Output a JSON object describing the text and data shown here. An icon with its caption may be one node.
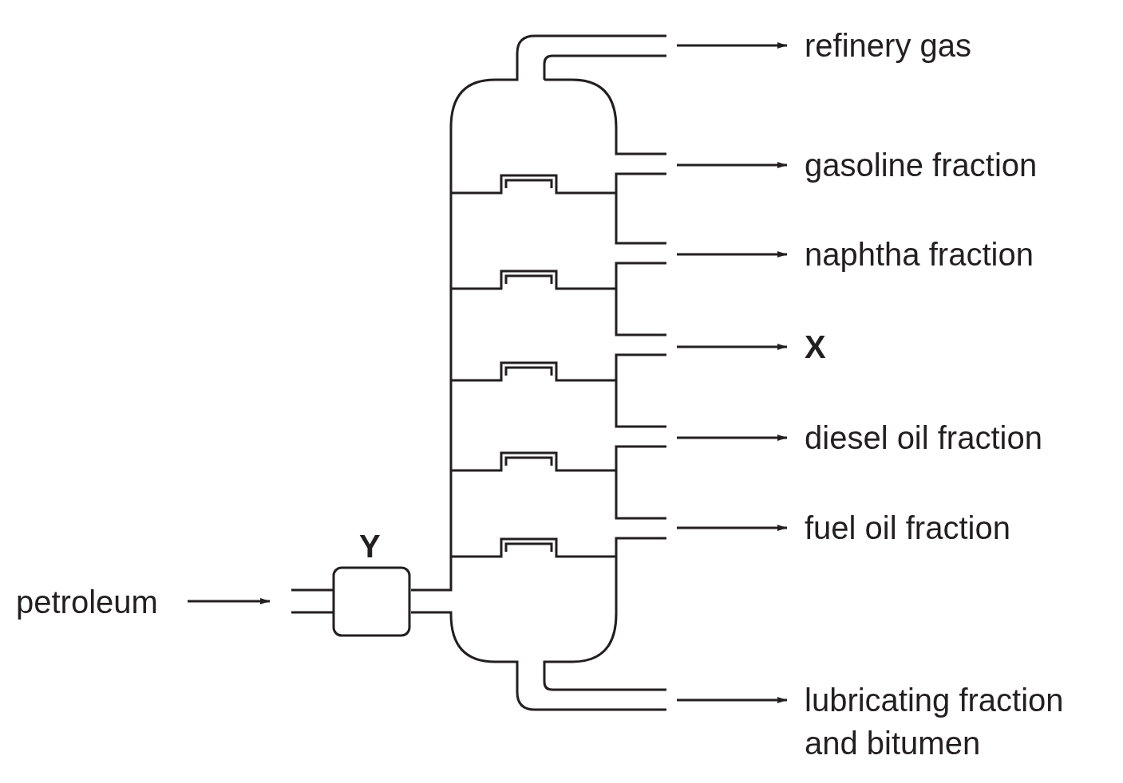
{
  "diagram": {
    "nodes": [
      {
        "text": [
          "petroleum"
        ]
      },
      {
        "text": [
          "Y"
        ]
      },
      {
        "text": [],
        "shape": "column"
      },
      {
        "text": [
          "refinery gas"
        ]
      },
      {
        "text": [
          "gasoline fraction"
        ]
      },
      {
        "text": [
          "naphtha fraction"
        ]
      },
      {
        "text": [
          "X"
        ]
      },
      {
        "text": [
          "diesel oil fraction"
        ]
      },
      {
        "text": [
          "fuel oil fraction"
        ]
      },
      {
        "text": [
          "lubricating fraction and bitumen"
        ]
      }
    ],
    "edges": [
      {
        "from": 0,
        "to": 1,
        "arrow": "to"
      },
      {
        "from": 1,
        "to": 2,
        "arrow": "none"
      },
      {
        "from": 2,
        "to": 3,
        "arrow": "to"
      },
      {
        "from": 2,
        "to": 4,
        "arrow": "to"
      },
      {
        "from": 2,
        "to": 5,
        "arrow": "to"
      },
      {
        "from": 2,
        "to": 6,
        "arrow": "to"
      },
      {
        "from": 2,
        "to": 7,
        "arrow": "to"
      },
      {
        "from": 2,
        "to": 8,
        "arrow": "to"
      },
      {
        "from": 2,
        "to": 9,
        "arrow": "to"
      }
    ]
  }
}
